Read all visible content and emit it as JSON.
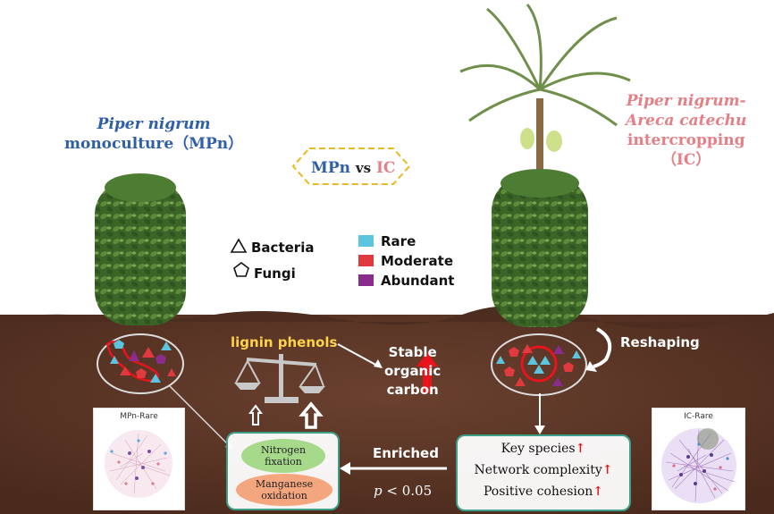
{
  "title_mpn": {
    "line1": "Piper nigrum",
    "line2": "monoculture（MPn）"
  },
  "title_ic": {
    "line1": "Piper nigrum-",
    "line2": "Areca catechu",
    "line3": "intercropping",
    "line4": "（IC）"
  },
  "comparison": {
    "left": "MPn",
    "mid": "vs",
    "right": "IC"
  },
  "legend": {
    "microbes": [
      {
        "label": "Bacteria",
        "icon": "triangle-icon"
      },
      {
        "label": "Fungi",
        "icon": "pentagon-icon"
      }
    ],
    "abundance": [
      {
        "label": "Rare",
        "color": "#5bc4df"
      },
      {
        "label": "Moderate",
        "color": "#e03a3e"
      },
      {
        "label": "Abundant",
        "color": "#8a2c8d"
      }
    ]
  },
  "soil": {
    "lignin": "lignin phenols",
    "stable": [
      "Stable",
      "organic",
      "carbon"
    ],
    "reshaping": "Reshaping",
    "enriched": "Enriched",
    "pvalue_symbol": "p",
    "pvalue_rest": " < 0.05"
  },
  "functions": {
    "nitrogen": [
      "Nitrogen",
      "fixation"
    ],
    "manganese": [
      "Manganese",
      "oxidation"
    ]
  },
  "network_changes": [
    "Key species",
    "Network complexity",
    "Positive cohesion"
  ],
  "panels": {
    "left": "MPn-Rare",
    "right": "IC-Rare"
  },
  "colors": {
    "soil": "#5a3524",
    "foliage": "#3e6b2a",
    "gold": "#e8b923",
    "red": "#e8141b",
    "teal": "#3c9e86"
  }
}
